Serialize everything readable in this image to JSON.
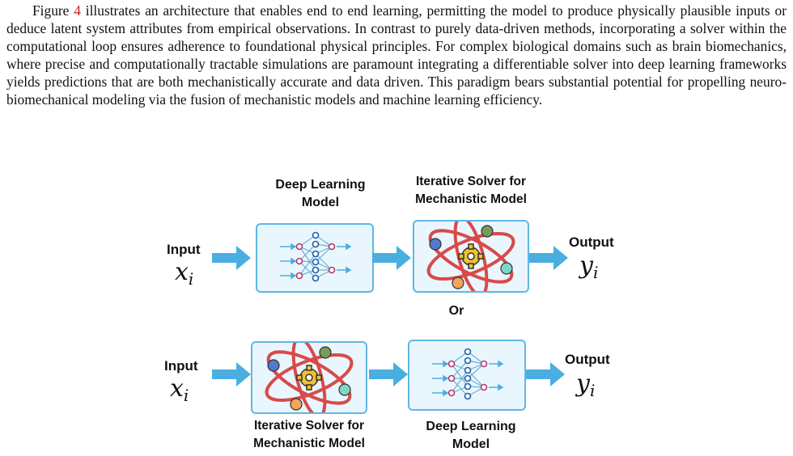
{
  "paragraph": {
    "part1": "Figure ",
    "ref": "4",
    "part2": " illustrates an architecture that enables end to end learning, permitting the model to produce physically plausible inputs or deduce latent system attributes from empirical observations. In contrast to purely data-driven methods, incorporating a solver within the computational loop ensures adherence to foundational physical principles. For complex biological domains such as brain biomechanics, where precise and computationally tractable simulations are paramount integrating a differentiable solver into deep learning frameworks yields predictions that are both mechanistically accurate and data driven. This paradigm bears substantial potential for propelling neuro-biomechanical modeling via the fusion of mechanistic models and machine learning efficiency."
  },
  "figure": {
    "top": {
      "input_label": "Input",
      "input_var": "x",
      "input_sub": "i",
      "dl_label_1": "Deep Learning",
      "dl_label_2": "Model",
      "solver_label_1": "Iterative Solver for",
      "solver_label_2": "Mechanistic Model",
      "output_label": "Output",
      "output_var": "y",
      "output_sub": "i"
    },
    "or_label": "Or",
    "bottom": {
      "input_label": "Input",
      "input_var": "x",
      "input_sub": "i",
      "solver_label_1": "Iterative Solver for",
      "solver_label_2": "Mechanistic Model",
      "dl_label_1": "Deep Learning",
      "dl_label_2": "Model",
      "output_label": "Output",
      "output_var": "y",
      "output_sub": "i"
    },
    "colors": {
      "arrow": "#4aaee0",
      "box_border": "#5fb7e6",
      "box_fill": "#eaf6fd",
      "orbit": "#d84a4a",
      "gear": "#f1c232",
      "node_blue": "#5577cc",
      "node_green": "#7a9a5a",
      "node_teal": "#7fd6c8",
      "node_orange": "#f2a65a"
    }
  }
}
